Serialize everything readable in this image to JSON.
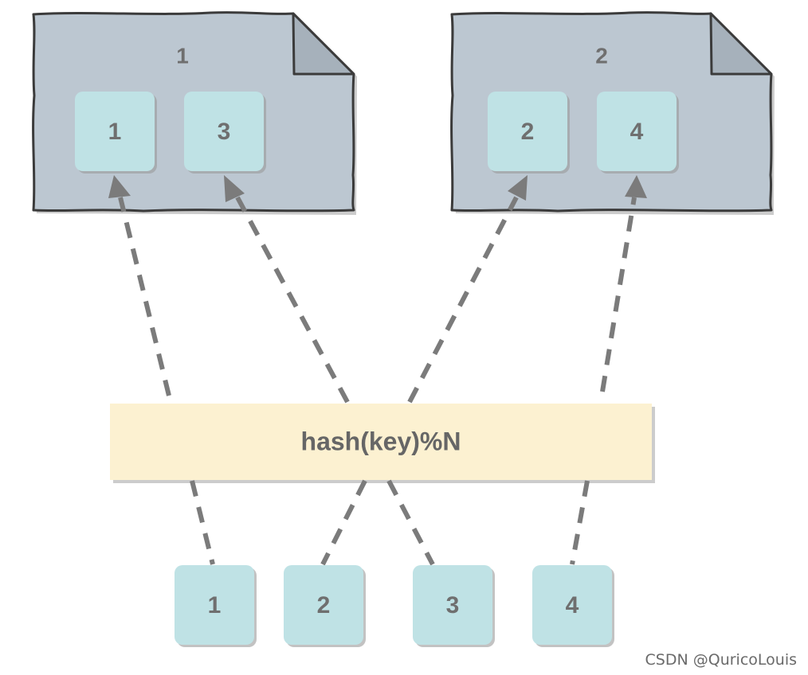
{
  "servers": [
    {
      "label": "1",
      "slots": [
        "1",
        "3"
      ]
    },
    {
      "label": "2",
      "slots": [
        "2",
        "4"
      ]
    }
  ],
  "hash_function": {
    "label": "hash(key)%N"
  },
  "keys": [
    "1",
    "2",
    "3",
    "4"
  ],
  "watermark": "CSDN @QuricoLouis",
  "colors": {
    "server_fill": "#bcc7d1",
    "server_fold": "#a6b1bb",
    "server_border": "#3b3b3b",
    "box_fill": "#bfe2e5",
    "box_shadow": "#9a9a9a",
    "hash_fill": "#fcf1d1",
    "arrow": "#7b7b7b",
    "text": "#6f6f6f"
  }
}
